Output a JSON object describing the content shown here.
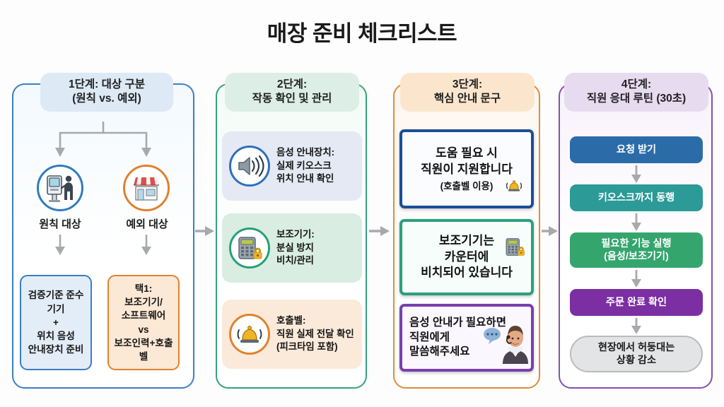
{
  "title": "매장 준비 체크리스트",
  "columns": [
    {
      "id": "step1",
      "header_line1": "1단계: 대상 구분",
      "header_line2": "(원칙 vs. 예외)",
      "accent": "#3a7fc1",
      "branches": [
        {
          "icon": "kiosk-person-icon",
          "label": "원칙 대상",
          "box": "검증기준 준수\n기기\n+\n위치 음성\n안내장치 준비",
          "color": "#3a7fc1"
        },
        {
          "icon": "storefront-icon",
          "label": "예외 대상",
          "box": "택1:\n보조기기/\n소프트웨어\nvs\n보조인력+호출벨",
          "color": "#e0822f"
        }
      ]
    },
    {
      "id": "step2",
      "header_line1": "2단계:",
      "header_line2": "작동 확인 및 관리",
      "accent": "#34a27d",
      "rows": [
        {
          "icon": "speaker-sound-icon",
          "text": "음성 안내장치:\n실제 키오스크\n위치 안내 확인",
          "color": "#2f6fbd"
        },
        {
          "icon": "calculator-lock-icon",
          "text": "보조기기:\n분실 방지\n비치/관리",
          "color": "#27a07a"
        },
        {
          "icon": "call-bell-icon",
          "text": "호출벨:\n직원 실제 전달 확인\n(피크타임 포함)",
          "color": "#e0822f"
        }
      ]
    },
    {
      "id": "step3",
      "header_line1": "3단계:",
      "header_line2": "핵심 안내 문구",
      "accent": "#e08b3e",
      "cards": [
        {
          "main": "도움 필요 시\n직원이 지원합니다",
          "sub": "(호출벨 이용)",
          "icon": "call-bell-icon",
          "color": "#1b4f96"
        },
        {
          "main": "보조기기는\n카운터에\n비치되어 있습니다",
          "sub": "",
          "icon": "calculator-lock-icon",
          "color": "#2aa07c"
        },
        {
          "main": "음성 안내가 필요하면\n직원에게\n말씀해주세요",
          "sub": "",
          "icon": "staff-speech-icon",
          "color": "#7a3fae"
        }
      ]
    },
    {
      "id": "step4",
      "header_line1": "4단계:",
      "header_line2": "직원 응대 루틴 (30초)",
      "accent": "#8250b5",
      "steps": [
        {
          "label": "요청 받기",
          "color": "#2b6ca8"
        },
        {
          "label": "키오스크까지 동행",
          "color": "#2c9a96"
        },
        {
          "label": "필요한 기능 실행\n(음성/보조기기)",
          "color": "#35a56e"
        },
        {
          "label": "주문 완료 확인",
          "color": "#7c2ea3"
        },
        {
          "label": "현장에서 허둥대는\n상황 감소",
          "color": "#e3e4e6"
        }
      ]
    }
  ],
  "flow_arrows": [
    "arrow-col1-to-col2",
    "arrow-col2-to-col3",
    "arrow-col3-to-col4"
  ]
}
